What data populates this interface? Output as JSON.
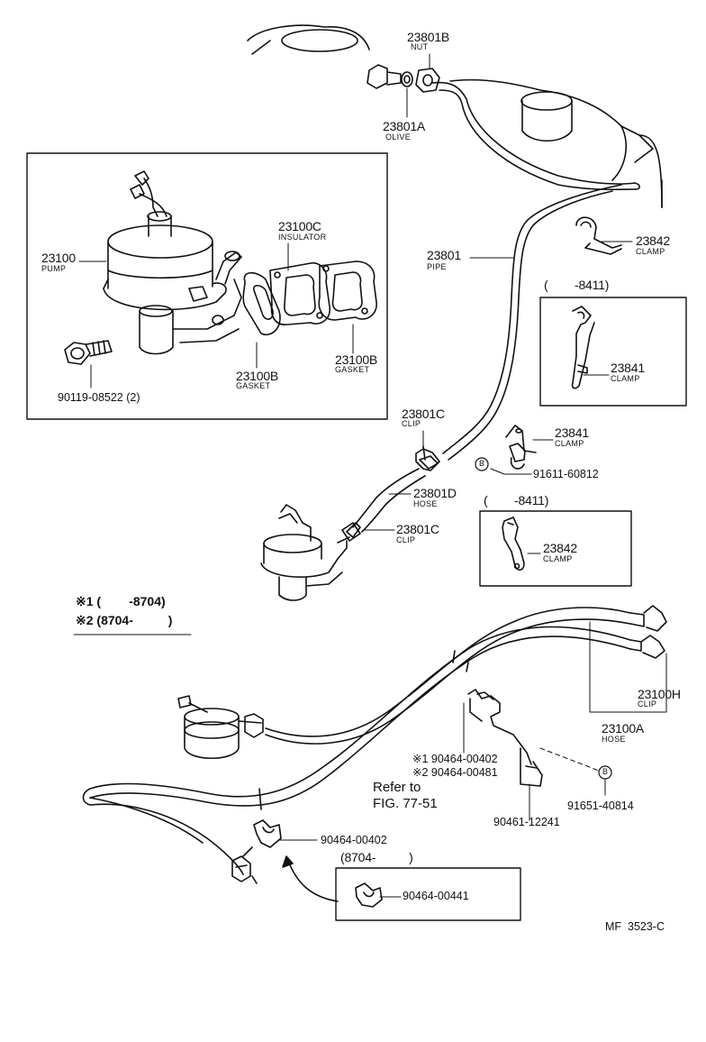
{
  "labels": {
    "nut_num": "23801B",
    "nut_name": "NUT",
    "olive_num": "23801A",
    "olive_name": "OLIVE",
    "pump_num": "23100",
    "pump_name": "PUMP",
    "insulator_num": "23100C",
    "insulator_name": "INSULATOR",
    "gasket1_num": "23100B",
    "gasket1_name": "GASKET",
    "gasket2_num": "23100B",
    "gasket2_name": "GASKET",
    "bolt": "90119-08522 (2)",
    "pipe_num": "23801",
    "pipe_name": "PIPE",
    "clamp_top_num": "23842",
    "clamp_top_name": "CLAMP",
    "box1_range": "(        -8411)",
    "box1_clamp_num": "23841",
    "box1_clamp_name": "CLAMP",
    "clip1_num": "23801C",
    "clip1_name": "CLIP",
    "clamp_mid_num": "23841",
    "clamp_mid_name": "CLAMP",
    "bolt_b1": "91611-60812",
    "hose_num": "23801D",
    "hose_name": "HOSE",
    "clip2_num": "23801C",
    "clip2_name": "CLIP",
    "box2_range": "(        -8411)",
    "box2_clamp_num": "23842",
    "box2_clamp_name": "CLAMP",
    "note1": "※1 (        -8704)",
    "note2": "※2 (8704-          )",
    "clip3_num": "23100H",
    "clip3_name": "CLIP",
    "hose2_num": "23100A",
    "hose2_name": "HOSE",
    "clamp_n1": "※1 90464-00402",
    "clamp_n2": "※2 90464-00481",
    "refer1": "Refer to",
    "refer2": "FIG. 77-51",
    "bolt_b2": "91651-40814",
    "bracket": "90461-12241",
    "clamp_low": "90464-00402",
    "box3_range": "(8704-          )",
    "box3_part": "90464-00441",
    "circle_b": "B",
    "fig_code": "MF  3523-C"
  }
}
